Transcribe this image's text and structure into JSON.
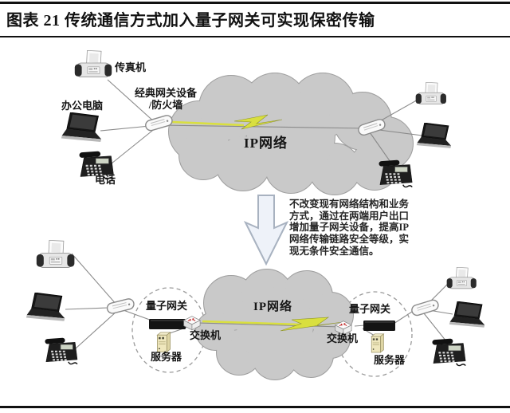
{
  "header": {
    "title": "图表 21 传统通信方式加入量子网关可实现保密传输"
  },
  "colors": {
    "cloud_fill": "#c9c9c9",
    "cloud_outline": "#9e9e9e",
    "lightning": "#d9df3f",
    "arrow_fill": "#eef2f9",
    "arrow_outline": "#a8b2c0",
    "line": "#8a8a8a",
    "quantum_box": "#141414"
  },
  "top_diagram": {
    "fax_label": "传真机",
    "pc_label": "办公电脑",
    "phone_label": "电话",
    "gateway_label_line1": "经典网关设备",
    "gateway_label_line2": "/防火墙",
    "cloud_label": "IP网络"
  },
  "note": {
    "lines": [
      "不改变现有网络结构和业务",
      "方式，通过在两端用户出口",
      "增加量子网关设备，提高IP",
      "网络传输链路安全等级，实",
      "现无条件安全通信。"
    ]
  },
  "bottom_diagram": {
    "cloud_label": "IP网络",
    "left": {
      "qgw_label": "量子网关",
      "switch_label": "交换机",
      "server_label": "服务器"
    },
    "right": {
      "qgw_label": "量子网关",
      "switch_label": "交换机",
      "server_label": "服务器"
    }
  }
}
